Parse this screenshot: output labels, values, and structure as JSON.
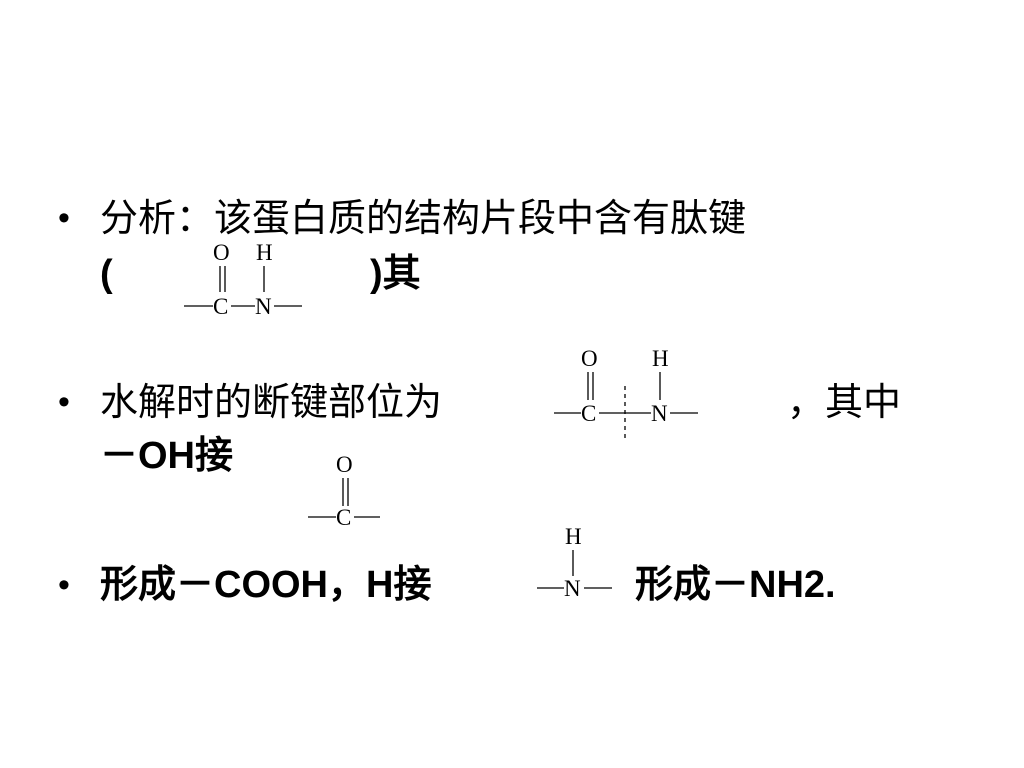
{
  "bullet_symbol": "•",
  "item1": {
    "line1": "分析：该蛋白质的结构片段中含有肽键",
    "open_paren": "(",
    "close_text": ")其"
  },
  "item2": {
    "text": "水解时的断键部位为",
    "suffix": "，其中",
    "line2": "－OH接"
  },
  "item3": {
    "part1": "形成－COOH，H接",
    "part2": "形成－NH2."
  },
  "atoms": {
    "O": "O",
    "H": "H",
    "C": "C",
    "N": "N"
  }
}
